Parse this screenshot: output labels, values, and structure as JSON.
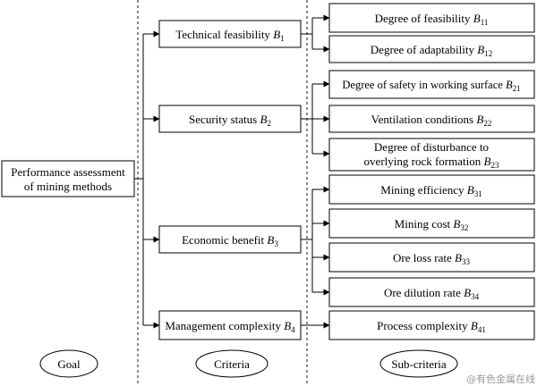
{
  "goal": {
    "line1": "Performance assessment",
    "line2": "of mining methods"
  },
  "criteria": [
    {
      "text": "Technical feasibility ",
      "sym": "B",
      "sub": "1"
    },
    {
      "text": "Security status ",
      "sym": "B",
      "sub": "2"
    },
    {
      "text": "Economic benefit ",
      "sym": "B",
      "sub": "3"
    },
    {
      "text": "Management complexity ",
      "sym": "B",
      "sub": "4"
    }
  ],
  "subcriteria": [
    {
      "text": "Degree of feasibility ",
      "sym": "B",
      "sub": "11"
    },
    {
      "text": "Degree of adaptability ",
      "sym": "B",
      "sub": "12"
    },
    {
      "text": "Degree of safety in working surface ",
      "sym": "B",
      "sub": "21"
    },
    {
      "text": "Ventilation conditions ",
      "sym": "B",
      "sub": "22"
    },
    {
      "line1": "Degree of disturbance to",
      "text": "overlying rock formation ",
      "sym": "B",
      "sub": "23"
    },
    {
      "text": "Mining efficiency ",
      "sym": "B",
      "sub": "31"
    },
    {
      "text": "Mining cost ",
      "sym": "B",
      "sub": "32"
    },
    {
      "text": "Ore loss rate ",
      "sym": "B",
      "sub": "33"
    },
    {
      "text": "Ore dilution rate ",
      "sym": "B",
      "sub": "34"
    },
    {
      "text": "Process complexity ",
      "sym": "B",
      "sub": "41"
    }
  ],
  "levels": {
    "goal": "Goal",
    "criteria": "Criteria",
    "subcriteria": "Sub-criteria"
  },
  "watermark": "@有色金属在线"
}
